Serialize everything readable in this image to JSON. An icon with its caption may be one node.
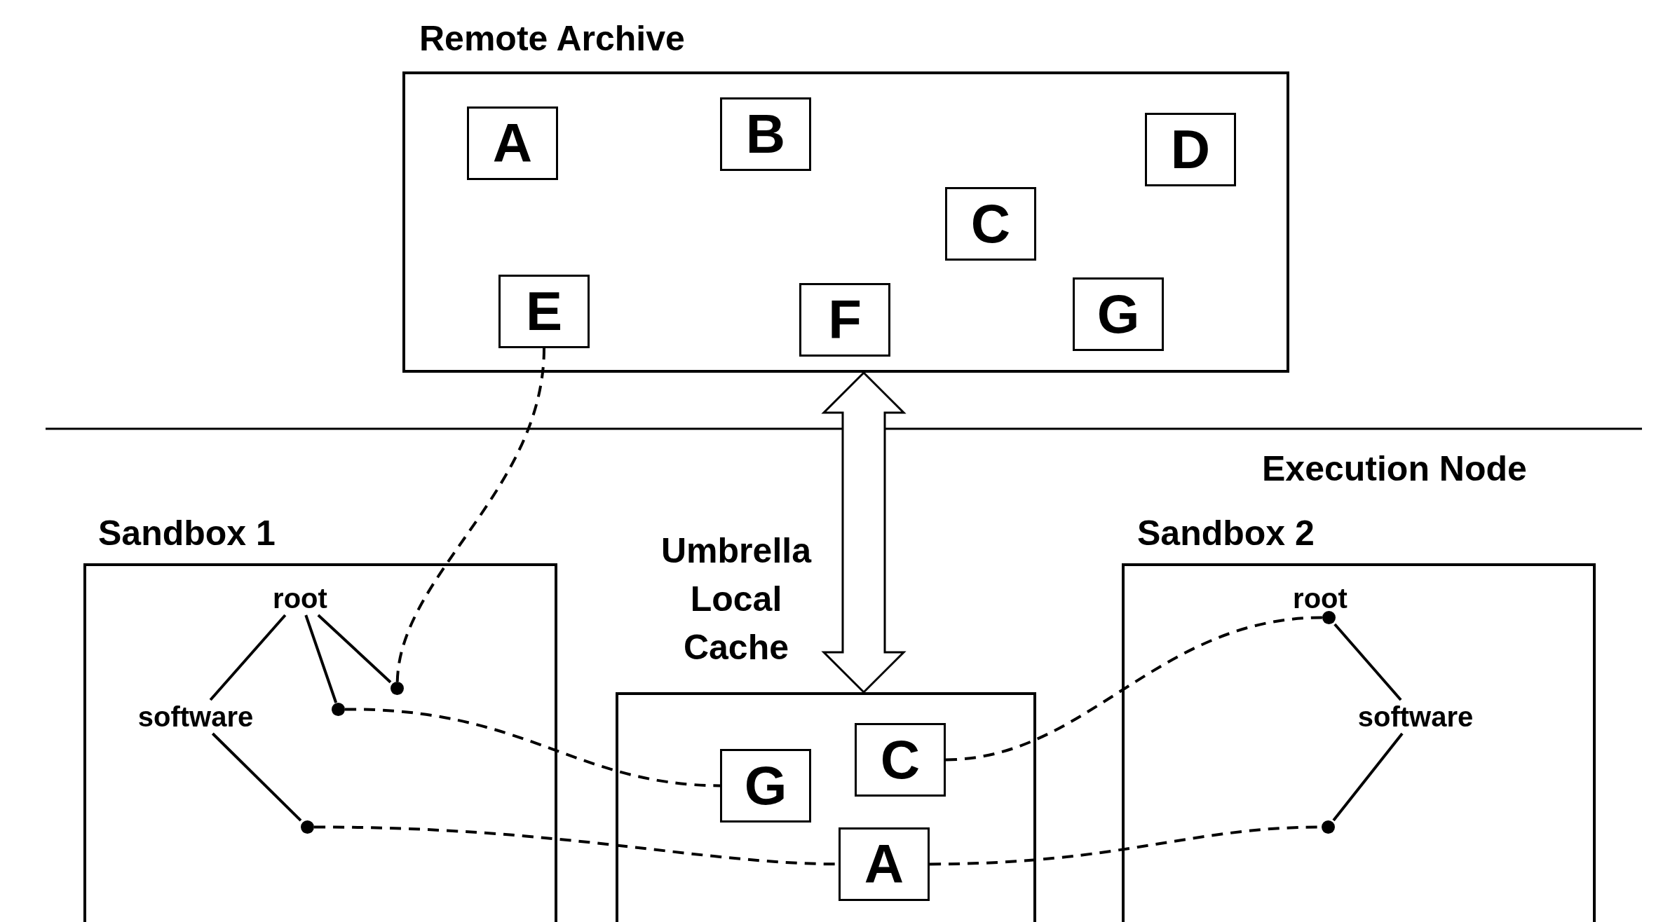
{
  "diagram": {
    "nodes": [
      {
        "text": [
          "Remote Archive"
        ]
      },
      {
        "text": [
          "A"
        ],
        "in": 0
      },
      {
        "text": [
          "B"
        ],
        "in": 0
      },
      {
        "text": [
          "D"
        ],
        "in": 0
      },
      {
        "text": [
          "C"
        ],
        "in": 0
      },
      {
        "text": [
          "E"
        ],
        "in": 0
      },
      {
        "text": [
          "F"
        ],
        "in": 0
      },
      {
        "text": [
          "G"
        ],
        "in": 0
      },
      {
        "text": [
          "Sandbox 1"
        ]
      },
      {
        "text": [
          "root"
        ],
        "in": 8
      },
      {
        "text": [
          "software"
        ],
        "in": 8
      },
      {
        "text": [],
        "shape": "circle",
        "in": 8
      },
      {
        "text": [],
        "shape": "circle",
        "in": 8
      },
      {
        "text": [],
        "shape": "circle",
        "in": 8
      },
      {
        "text": [
          "Umbrella Local Cache"
        ]
      },
      {
        "text": [
          "G"
        ],
        "in": 14
      },
      {
        "text": [
          "C"
        ],
        "in": 14
      },
      {
        "text": [
          "A"
        ],
        "in": 14
      },
      {
        "text": [
          "Sandbox 2"
        ]
      },
      {
        "text": [
          "root"
        ],
        "in": 18
      },
      {
        "text": [
          "software"
        ],
        "in": 18
      },
      {
        "text": [],
        "shape": "circle",
        "in": 18
      },
      {
        "text": [],
        "shape": "circle",
        "in": 18
      }
    ],
    "edges": [
      {
        "from": 9,
        "to": 10,
        "arrow": "none"
      },
      {
        "from": 9,
        "to": 11,
        "arrow": "none"
      },
      {
        "from": 9,
        "to": 12,
        "arrow": "none"
      },
      {
        "from": 10,
        "to": 13,
        "arrow": "none"
      },
      {
        "from": 5,
        "to": 11,
        "arrow": "none",
        "style": "dashed"
      },
      {
        "from": 12,
        "to": 15,
        "arrow": "none",
        "style": "dashed"
      },
      {
        "from": 13,
        "to": 17,
        "arrow": "none",
        "style": "dashed"
      },
      {
        "from": 16,
        "to": 21,
        "arrow": "none",
        "style": "dashed"
      },
      {
        "from": 17,
        "to": 22,
        "arrow": "none",
        "style": "dashed"
      },
      {
        "from": 21,
        "to": 20,
        "arrow": "none"
      },
      {
        "from": 20,
        "to": 22,
        "arrow": "none"
      },
      {
        "from": 0,
        "to": 14,
        "arrow": "both",
        "style": "thick"
      }
    ],
    "labels": [
      "Execution Node"
    ]
  }
}
